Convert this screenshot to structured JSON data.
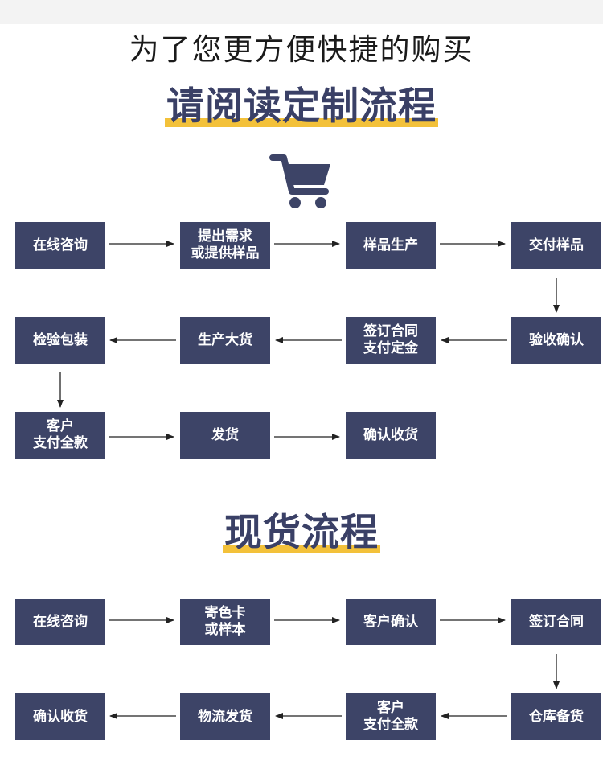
{
  "subtitle": "为了您更方便快捷的购买",
  "custom": {
    "title": "请阅读定制流程",
    "steps": [
      "在线咨询",
      "提出需求\n或提供样品",
      "样品生产",
      "交付样品",
      "验收确认",
      "签订合同\n支付定金",
      "生产大货",
      "检验包装",
      "客户\n支付全款",
      "发货",
      "确认收货"
    ]
  },
  "stock": {
    "title": "现货流程",
    "steps": [
      "在线咨询",
      "寄色卡\n或样本",
      "客户确认",
      "签订合同",
      "仓库备货",
      "客户\n支付全款",
      "物流发货",
      "确认收货"
    ]
  },
  "icons": {
    "cart": "shopping-cart-icon"
  },
  "colors": {
    "box": "#3d4467",
    "title": "#3a4066",
    "underline": "#f3c13a",
    "arrow": "#222222"
  }
}
